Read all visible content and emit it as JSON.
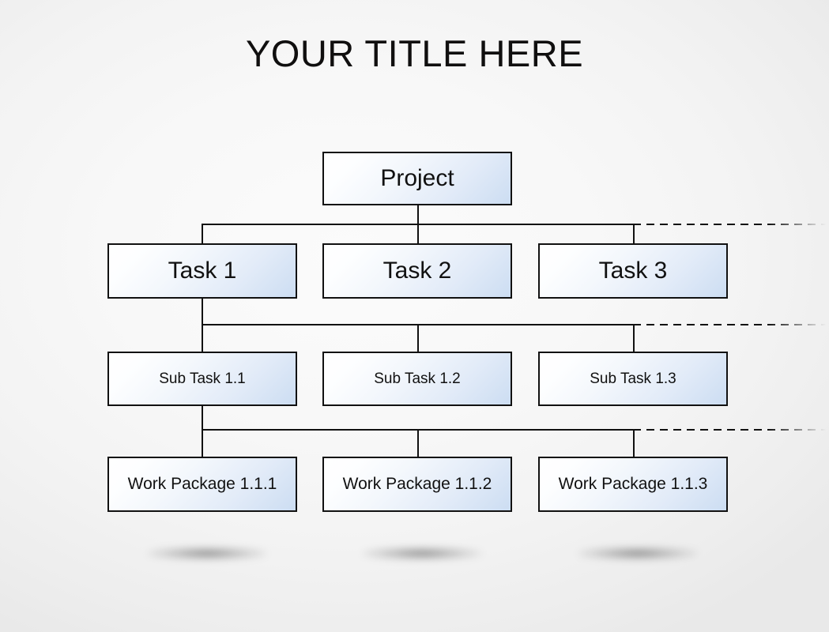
{
  "slide": {
    "title": "YOUR TITLE HERE",
    "background_color": "#f6f6f6",
    "node_border_color": "#111111",
    "node_fill_light": "#ffffff",
    "node_fill_blue": "#ccddf2",
    "connector_color": "#111111"
  },
  "wbs": {
    "root": {
      "label": "Project"
    },
    "level1": [
      {
        "label": "Task 1"
      },
      {
        "label": "Task 2"
      },
      {
        "label": "Task 3"
      }
    ],
    "level2": [
      {
        "label": "Sub Task 1.1"
      },
      {
        "label": "Sub Task 1.2"
      },
      {
        "label": "Sub Task 1.3"
      }
    ],
    "level3": [
      {
        "label": "Work Package 1.1.1"
      },
      {
        "label": "Work Package 1.1.2"
      },
      {
        "label": "Work Package 1.1.3"
      }
    ]
  }
}
